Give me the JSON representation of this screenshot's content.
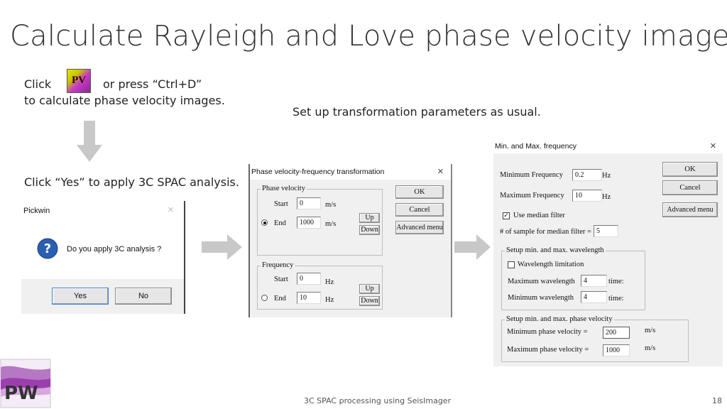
{
  "slide": {
    "title": "Calculate Rayleigh and Love phase velocity images",
    "click_text": "Click",
    "press_text": "or press “Ctrl+D”",
    "calc_text": "to calculate phase velocity images.",
    "setup_text": "Set up transformation parameters as usual.",
    "yes_instruction": "Click “Yes” to apply 3C SPAC analysis.",
    "footer": "3C SPAC processing using SeisImager",
    "page_number": "18",
    "pv_icon_label": "PV",
    "logo_text": "PW"
  },
  "pickwin_dialog": {
    "title": "Pickwin",
    "close": "×",
    "question": "Do you apply 3C analysis ?",
    "yes_label": "Yes",
    "no_label": "No"
  },
  "pv_dialog": {
    "title": "Phase velocity-frequency transformation",
    "close": "×",
    "phase_velocity_group": "Phase velocity",
    "frequency_group": "Frequency",
    "start_label": "Start",
    "end_label": "End",
    "velocity_start": "0",
    "velocity_end": "1000",
    "velocity_unit": "m/s",
    "freq_start": "0",
    "freq_end": "10",
    "freq_unit": "Hz",
    "up_label": "Up",
    "down_label": "Down",
    "ok_label": "OK",
    "cancel_label": "Cancel",
    "advanced_label": "Advanced menu"
  },
  "freq_dialog": {
    "title": "Min. and Max. frequency",
    "close": "×",
    "min_freq_label": "Minimum Frequency",
    "min_freq_value": "0.2",
    "max_freq_label": "Maximum Frequency",
    "max_freq_value": "10",
    "hz_unit": "Hz",
    "median_label": "Use median filter",
    "median_checked": true,
    "sample_label": "# of sample for median filter =",
    "sample_value": "5",
    "wavelength_group": "Setup min. and max. wavelength",
    "wavelength_limit_label": "Wavelength limitation",
    "max_wavelength_label": "Maximum wavelength",
    "max_wavelength_value": "4",
    "min_wavelength_label": "Minimum wavelength",
    "min_wavelength_value": "4",
    "times_unit": "time:",
    "phase_group": "Setup min. and max. phase velocity",
    "min_phase_label": "Minimum phase velocity =",
    "min_phase_value": "200",
    "max_phase_label": "Maximum phase velocity =",
    "max_phase_value": "1000",
    "ms_unit": "m/s",
    "ok_label": "OK",
    "cancel_label": "Cancel",
    "advanced_label": "Advanced menu"
  },
  "colors": {
    "arrow_gray": "#c8c8c8",
    "dialog_bg": "#f0f0f0",
    "help_icon_blue": "#2a5fb0",
    "logo_purple": "#9b3fae"
  }
}
